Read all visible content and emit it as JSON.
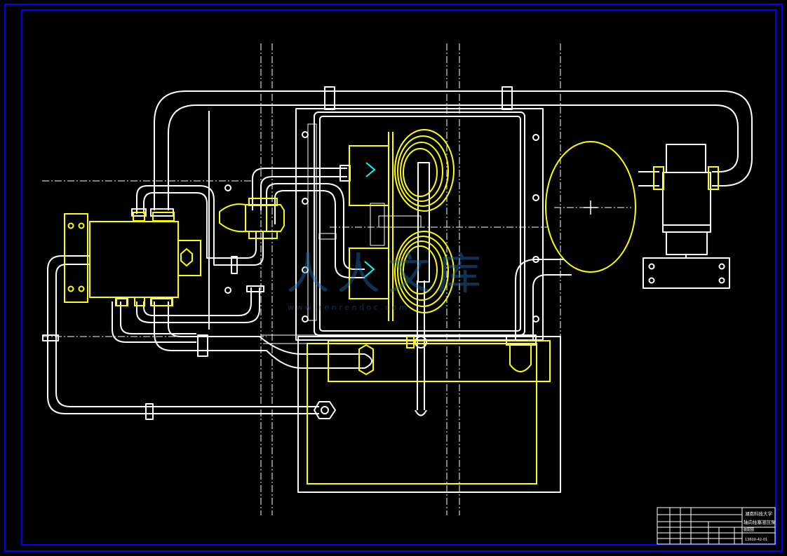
{
  "colors": {
    "background": "#000000",
    "frame": "#0000ff",
    "line": "#ffffff",
    "highlight": "#ffff00",
    "accent": "#00ffff",
    "watermark": "#1f6fb4"
  },
  "title_block": {
    "school": "湖南科技大学",
    "drawing_title_1": "轴向柱塞液压泵",
    "drawing_title_2": "装配图",
    "drawing_number": "13600-42-01"
  },
  "watermark": {
    "text": "人人文库",
    "url": "w w w . r e n r e n d o c . c o m"
  }
}
